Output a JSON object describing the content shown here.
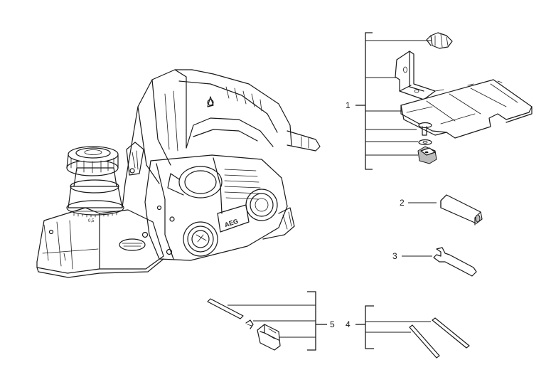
{
  "tool": {
    "brand_text": "AEG",
    "scale_label": "0,5"
  },
  "callouts": {
    "c1": "1",
    "c2": "2",
    "c3": "3",
    "c4": "4",
    "c5": "5"
  },
  "colors": {
    "ink": "#1a1a1a",
    "background": "#ffffff"
  }
}
